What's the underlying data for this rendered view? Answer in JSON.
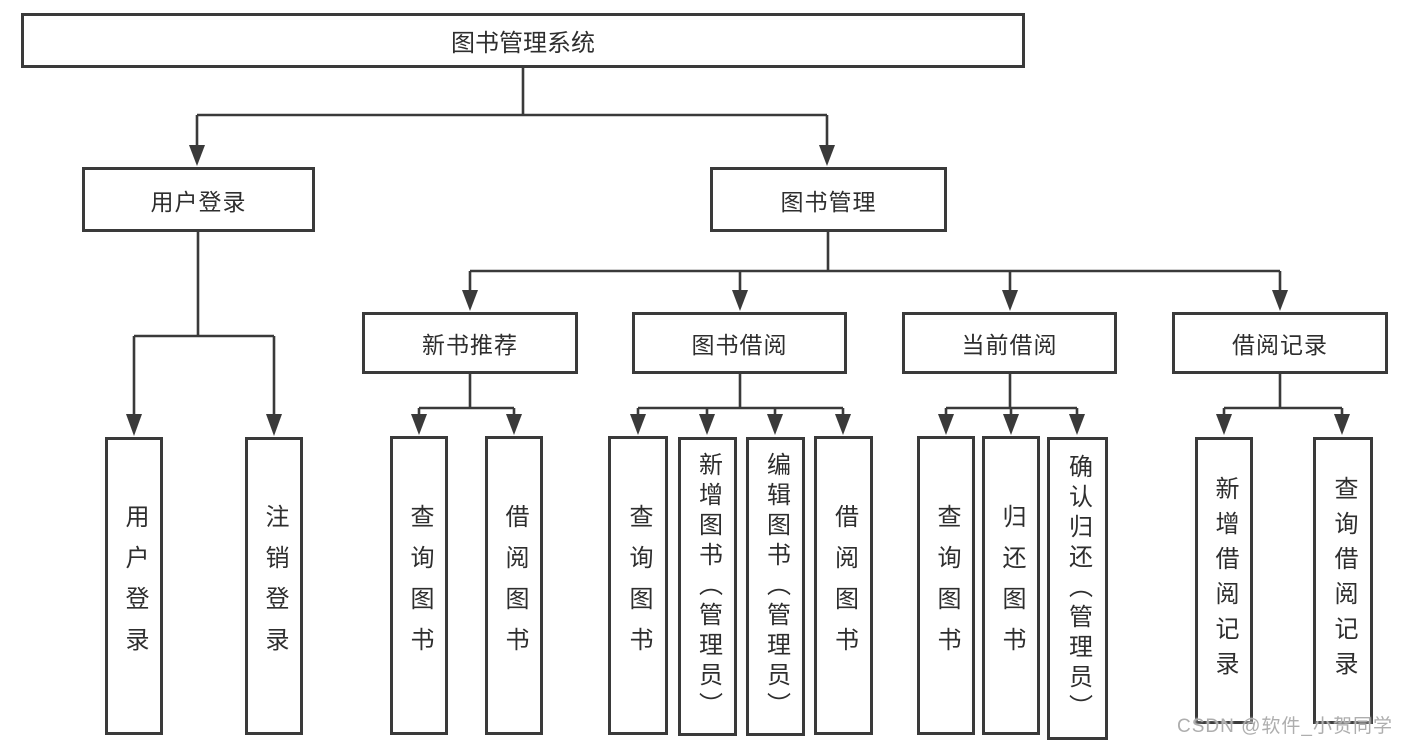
{
  "diagram": {
    "root": {
      "label": "图书管理系统"
    },
    "branches": [
      {
        "label": "用户登录",
        "children": [
          {
            "label": "用户登录"
          },
          {
            "label": "注销登录"
          }
        ]
      },
      {
        "label": "图书管理",
        "children": [
          {
            "label": "新书推荐",
            "children": [
              {
                "label": "查询图书"
              },
              {
                "label": "借阅图书"
              }
            ]
          },
          {
            "label": "图书借阅",
            "children": [
              {
                "label": "查询图书"
              },
              {
                "label": "新增图书（管理员）"
              },
              {
                "label": "编辑图书（管理员）"
              },
              {
                "label": "借阅图书"
              }
            ]
          },
          {
            "label": "当前借阅",
            "children": [
              {
                "label": "查询图书"
              },
              {
                "label": "归还图书"
              },
              {
                "label": "确认归还（管理员）"
              }
            ]
          },
          {
            "label": "借阅记录",
            "children": [
              {
                "label": "新增借阅记录"
              },
              {
                "label": "查询借阅记录"
              }
            ]
          }
        ]
      }
    ]
  },
  "watermark": {
    "text": "CSDN @软件_小贺同学"
  },
  "colors": {
    "line": "#3a3a3a",
    "border": "#3a3a3a",
    "text": "#2e2e2e",
    "watermark": "#aeaeae",
    "background": "#ffffff"
  }
}
